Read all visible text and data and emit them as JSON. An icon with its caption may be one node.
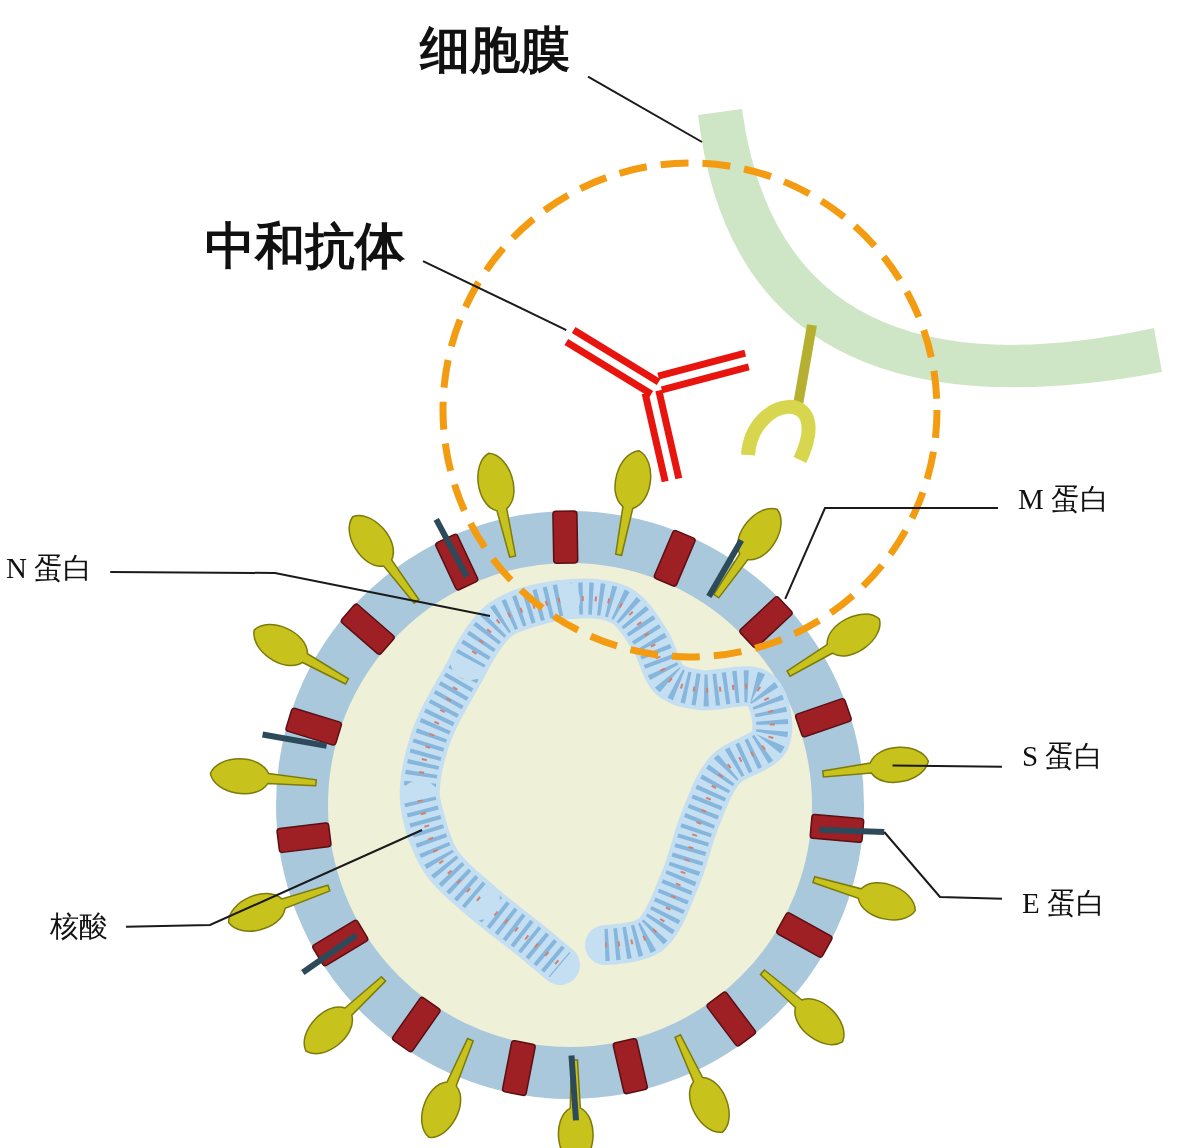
{
  "diagram": {
    "nodes": [
      {
        "text": [
          "细胞膜"
        ]
      },
      {
        "text": [],
        "shape": "picture"
      },
      {
        "text": [
          "中和抗体"
        ]
      },
      {
        "text": [],
        "shape": "picture"
      },
      {
        "text": [
          "N 蛋白"
        ]
      },
      {
        "text": [],
        "shape": "picture"
      },
      {
        "text": [
          "M 蛋白"
        ]
      },
      {
        "text": [],
        "shape": "box"
      },
      {
        "text": [
          "S 蛋白"
        ]
      },
      {
        "text": [],
        "shape": "picture"
      },
      {
        "text": [
          "E 蛋白"
        ]
      },
      {
        "text": [],
        "shape": "bar"
      },
      {
        "text": [
          "核酸"
        ]
      },
      {
        "text": [],
        "shape": "picture"
      }
    ],
    "edges": [
      {
        "from": 0,
        "to": 1,
        "arrow": "none"
      },
      {
        "from": 2,
        "to": 3,
        "arrow": "none"
      },
      {
        "from": 4,
        "to": 5,
        "arrow": "none"
      },
      {
        "from": 6,
        "to": 7,
        "arrow": "none"
      },
      {
        "from": 8,
        "to": 9,
        "arrow": "none"
      },
      {
        "from": 10,
        "to": 11,
        "arrow": "none"
      },
      {
        "from": 12,
        "to": 13,
        "arrow": "none"
      }
    ]
  }
}
